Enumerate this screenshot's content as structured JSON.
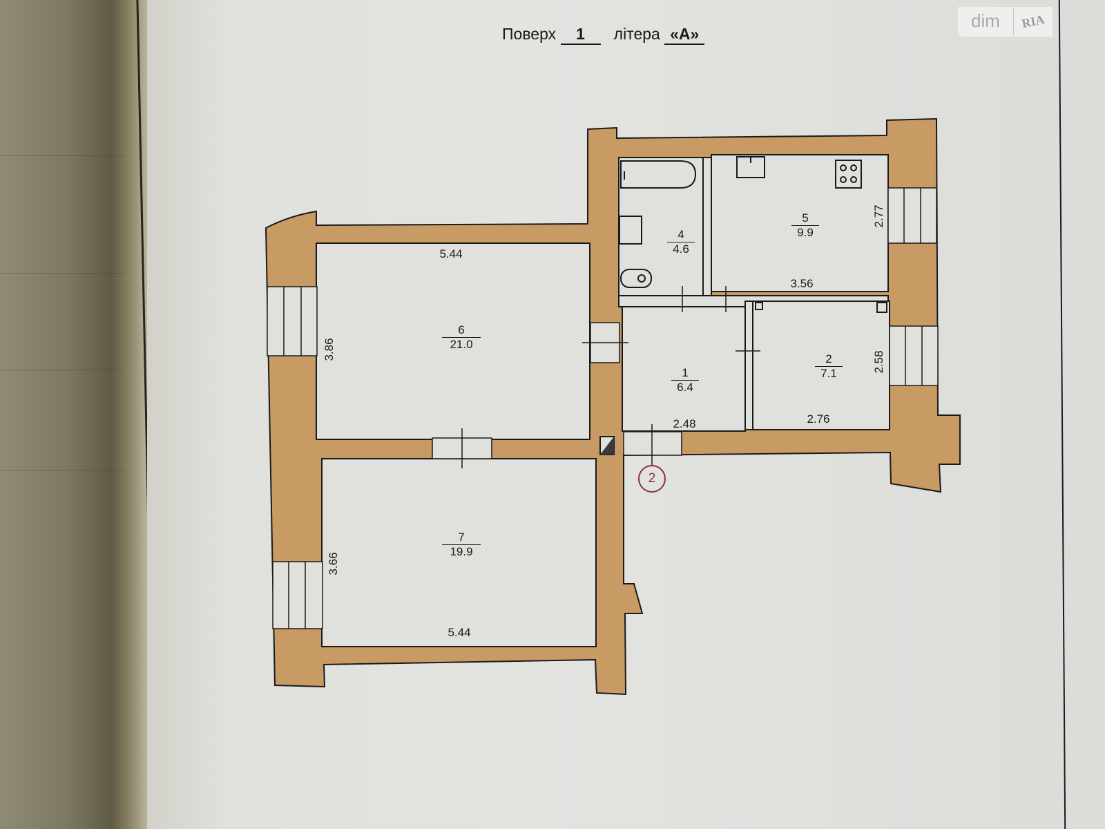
{
  "header": {
    "floor_label": "Поверх",
    "floor_value": "1",
    "letter_label": "літера",
    "letter_value": "«А»"
  },
  "watermark": {
    "left": "dim",
    "right": "RIA"
  },
  "colors": {
    "wall": "#c89a64",
    "room": "#e0e0dd",
    "line": "#1a1a1a",
    "marker": "#8a3040"
  },
  "rooms": [
    {
      "id": "1",
      "area": "6.4"
    },
    {
      "id": "2",
      "area": "7.1"
    },
    {
      "id": "4",
      "area": "4.6"
    },
    {
      "id": "5",
      "area": "9.9"
    },
    {
      "id": "6",
      "area": "21.0"
    },
    {
      "id": "7",
      "area": "19.9"
    }
  ],
  "dimensions": {
    "room6_top": "5.44",
    "room6_side": "3.86",
    "room7_bottom": "5.44",
    "room7_side": "3.66",
    "room5_bottom": "3.56",
    "room5_side": "2.77",
    "room2_side": "2.58",
    "room2_bottom": "2.76",
    "room1_bottom": "2.48"
  },
  "entrance_marker": "2",
  "fixtures": [
    "bathtub-icon",
    "washbasin-icon",
    "toilet-icon",
    "kitchen-sink-icon",
    "stove-icon",
    "ventilation-shaft-icon"
  ]
}
